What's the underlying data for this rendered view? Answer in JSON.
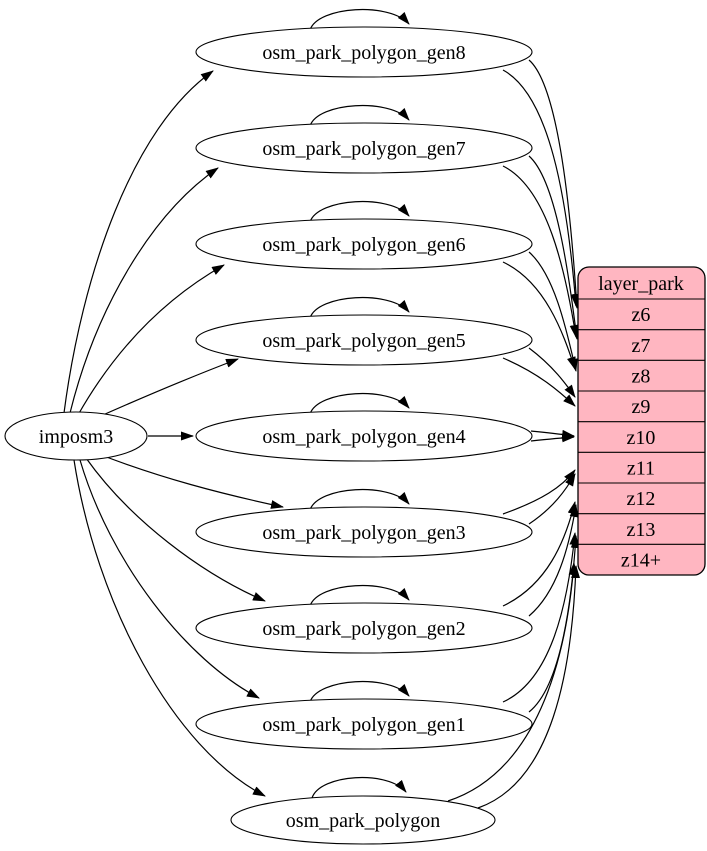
{
  "diagram": {
    "source_node": {
      "label": "imposm3"
    },
    "table_nodes": [
      {
        "label": "osm_park_polygon_gen8",
        "feeds_zoom": "z6"
      },
      {
        "label": "osm_park_polygon_gen7",
        "feeds_zoom": "z7"
      },
      {
        "label": "osm_park_polygon_gen6",
        "feeds_zoom": "z8"
      },
      {
        "label": "osm_park_polygon_gen5",
        "feeds_zoom": "z9"
      },
      {
        "label": "osm_park_polygon_gen4",
        "feeds_zoom": "z10"
      },
      {
        "label": "osm_park_polygon_gen3",
        "feeds_zoom": "z11"
      },
      {
        "label": "osm_park_polygon_gen2",
        "feeds_zoom": "z12"
      },
      {
        "label": "osm_park_polygon_gen1",
        "feeds_zoom": "z13"
      },
      {
        "label": "osm_park_polygon",
        "feeds_zoom": "z14+"
      }
    ],
    "layer_table": {
      "title": "layer_park",
      "rows": [
        "z6",
        "z7",
        "z8",
        "z9",
        "z10",
        "z11",
        "z12",
        "z13",
        "z14+"
      ],
      "fill": "#ffb6c1",
      "stroke": "#000000"
    },
    "colors": {
      "background": "#ffffff",
      "node_fill": "#ffffff",
      "edge": "#000000"
    }
  }
}
